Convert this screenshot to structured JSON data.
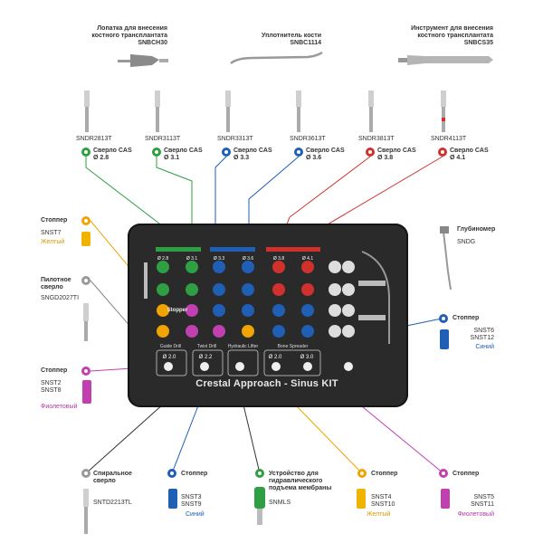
{
  "top_instruments": [
    {
      "name_lines": [
        "Лопатка для внесения",
        "костного трансплантата"
      ],
      "code": "SNBCH30"
    },
    {
      "name_lines": [
        "Уплотнитель кости"
      ],
      "code": "SNBC1114"
    },
    {
      "name_lines": [
        "Инструмент для внесения",
        "костного трансплантата"
      ],
      "code": "SNBCS35"
    }
  ],
  "drills": [
    {
      "code": "SNDR2813T",
      "label": "Сверло CAS",
      "size": "Ø 2.8",
      "color": "#2ea043"
    },
    {
      "code": "SNDR3113T",
      "label": "Сверло CAS",
      "size": "Ø 3.1",
      "color": "#2ea043"
    },
    {
      "code": "SNDR3313T",
      "label": "Сверло CAS",
      "size": "Ø 3.3",
      "color": "#1f5fb4"
    },
    {
      "code": "SNDR3613T",
      "label": "Сверло CAS",
      "size": "Ø 3.6",
      "color": "#1f5fb4"
    },
    {
      "code": "SNDR3813T",
      "label": "Сверло CAS",
      "size": "Ø 3.8",
      "color": "#d0312d"
    },
    {
      "code": "SNDR4113T",
      "label": "Сверло CAS",
      "size": "Ø 4.1",
      "color": "#d0312d"
    }
  ],
  "left_items": {
    "stopper_yellow": {
      "title": "Стоппер",
      "codes": [
        "SNST7"
      ],
      "color_name": "Желтый"
    },
    "pilot_drill": {
      "title_lines": [
        "Пилотное",
        "сверло"
      ],
      "code": "SNGD2027TI"
    },
    "stopper_purple": {
      "title": "Стоппер",
      "codes": [
        "SNST2",
        "SNST8"
      ],
      "color_name": "Фиолетовый"
    }
  },
  "right_items": {
    "depth_gauge": {
      "title": "Глубиномер",
      "code": "SNDG"
    },
    "stopper_blue": {
      "title": "Стоппер",
      "codes": [
        "SNST6",
        "SNST12"
      ],
      "color_name": "Синий"
    }
  },
  "bottom_items": {
    "spiral_drill": {
      "title_lines": [
        "Спиральное",
        "сверло"
      ],
      "code": "SNTD2213TL"
    },
    "stopper_blue": {
      "title": "Стоппер",
      "codes": [
        "SNST3",
        "SNST9"
      ],
      "color_name": "Синий"
    },
    "hydraulic": {
      "title_lines": [
        "Устройство для",
        "гидравлического",
        "подъема мембраны"
      ],
      "code": "SNMLS"
    },
    "stopper_yellow": {
      "title": "Стоппер",
      "codes": [
        "SNST4",
        "SNST10"
      ],
      "color_name": "Желтый"
    },
    "stopper_purple": {
      "title": "Стоппер",
      "codes": [
        "SNST5",
        "SNST11"
      ],
      "color_name": "Фиолетовый"
    }
  },
  "kit": {
    "title": "Crestal Approach - Sinus KIT",
    "sections": [
      "Guide Drill",
      "Twist Drill",
      "Hydraulic Lifter",
      "Bone Spreader"
    ],
    "stopper_label": "Stopper",
    "column_sizes": [
      "Ø 2.8",
      "Ø 3.1",
      "Ø 3.3",
      "Ø 3.6",
      "Ø 3.8",
      "Ø 4.1"
    ],
    "socket_sizes": [
      "Ø 2.0",
      "Ø 2.2",
      "Ø 2.0",
      "Ø 3.0"
    ]
  },
  "colors": {
    "green": "#2ea043",
    "blue": "#1f5fb4",
    "red": "#d0312d",
    "yellow": "#f0a400",
    "purple": "#c040b0",
    "kit": "#2a2a2a"
  }
}
